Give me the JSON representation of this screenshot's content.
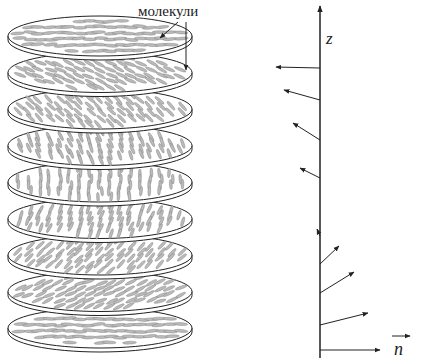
{
  "diagram": {
    "labels": [
      "молекули",
      "z",
      "n"
    ]
  }
}
